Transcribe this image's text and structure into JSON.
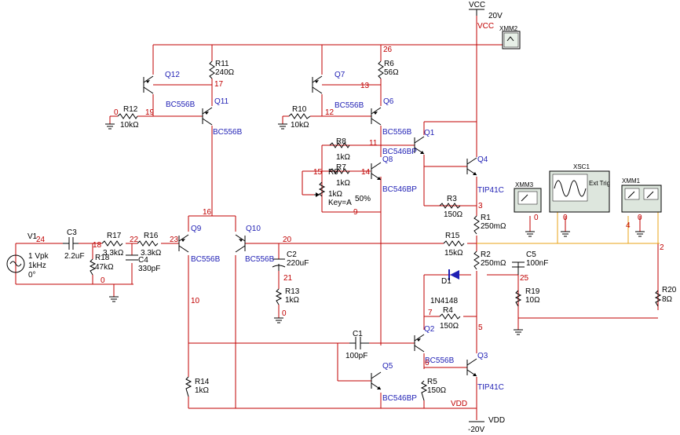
{
  "supply": {
    "vcc_label": "VCC",
    "vcc_value": "20V",
    "vcc_net": "VCC",
    "vdd_label": "VDD",
    "vdd_value": "-20V",
    "vdd_net": "VDD"
  },
  "source": {
    "name": "V1",
    "amp": "1 Vpk",
    "freq": "1kHz",
    "phase": "0°"
  },
  "resistors": [
    {
      "name": "R11",
      "value": "240Ω"
    },
    {
      "name": "R12",
      "value": "10kΩ"
    },
    {
      "name": "R6",
      "value": "56Ω"
    },
    {
      "name": "R10",
      "value": "10kΩ"
    },
    {
      "name": "R8",
      "value": "1kΩ"
    },
    {
      "name": "R7",
      "value": "1kΩ"
    },
    {
      "name": "R9",
      "value": "1kΩ"
    },
    {
      "name": "R3",
      "value": "150Ω"
    },
    {
      "name": "R1",
      "value": "250mΩ"
    },
    {
      "name": "R17",
      "value": "3.3kΩ"
    },
    {
      "name": "R16",
      "value": "3.3kΩ"
    },
    {
      "name": "R18",
      "value": "47kΩ"
    },
    {
      "name": "R15",
      "value": "15kΩ"
    },
    {
      "name": "R2",
      "value": "250mΩ"
    },
    {
      "name": "R13",
      "value": "1kΩ"
    },
    {
      "name": "R19",
      "value": "10Ω"
    },
    {
      "name": "R20",
      "value": "8Ω"
    },
    {
      "name": "R4",
      "value": "150Ω"
    },
    {
      "name": "R14",
      "value": "1kΩ"
    },
    {
      "name": "R5",
      "value": "150Ω"
    }
  ],
  "pot": {
    "key": "Key=A",
    "percent": "50%"
  },
  "capacitors": [
    {
      "name": "C3",
      "value": "2.2uF"
    },
    {
      "name": "C4",
      "value": "330pF"
    },
    {
      "name": "C2",
      "value": "220uF"
    },
    {
      "name": "C5",
      "value": "100nF"
    },
    {
      "name": "C1",
      "value": "100pF"
    }
  ],
  "transistors": [
    {
      "name": "Q12",
      "model": "BC556B"
    },
    {
      "name": "Q11",
      "model": "BC556B"
    },
    {
      "name": "Q7",
      "model": "BC556B"
    },
    {
      "name": "Q6",
      "model": "BC556B"
    },
    {
      "name": "Q1",
      "model": "BC546BP"
    },
    {
      "name": "Q8",
      "model": "BC546BP"
    },
    {
      "name": "Q4",
      "model": "TIP41C"
    },
    {
      "name": "Q9",
      "model": "BC556B"
    },
    {
      "name": "Q10",
      "model": "BC556B"
    },
    {
      "name": "Q2",
      "model": "BC556B"
    },
    {
      "name": "Q5",
      "model": "BC546BP"
    },
    {
      "name": "Q3",
      "model": "TIP41C"
    }
  ],
  "diode": {
    "name": "D1",
    "model": "1N4148"
  },
  "instruments": {
    "xmm2": "XMM2",
    "xmm3": "XMM3",
    "xsc1": "XSC1",
    "xmm1": "XMM1",
    "ext_trig": "Ext Trig"
  },
  "nets": [
    "26",
    "17",
    "19",
    "0",
    "13",
    "12",
    "11",
    "15",
    "14",
    "9",
    "3",
    "16",
    "24",
    "18",
    "22",
    "23",
    "20",
    "21",
    "10",
    "0",
    "25",
    "7",
    "2",
    "4",
    "6",
    "5",
    "0",
    "0",
    "0",
    "0"
  ]
}
